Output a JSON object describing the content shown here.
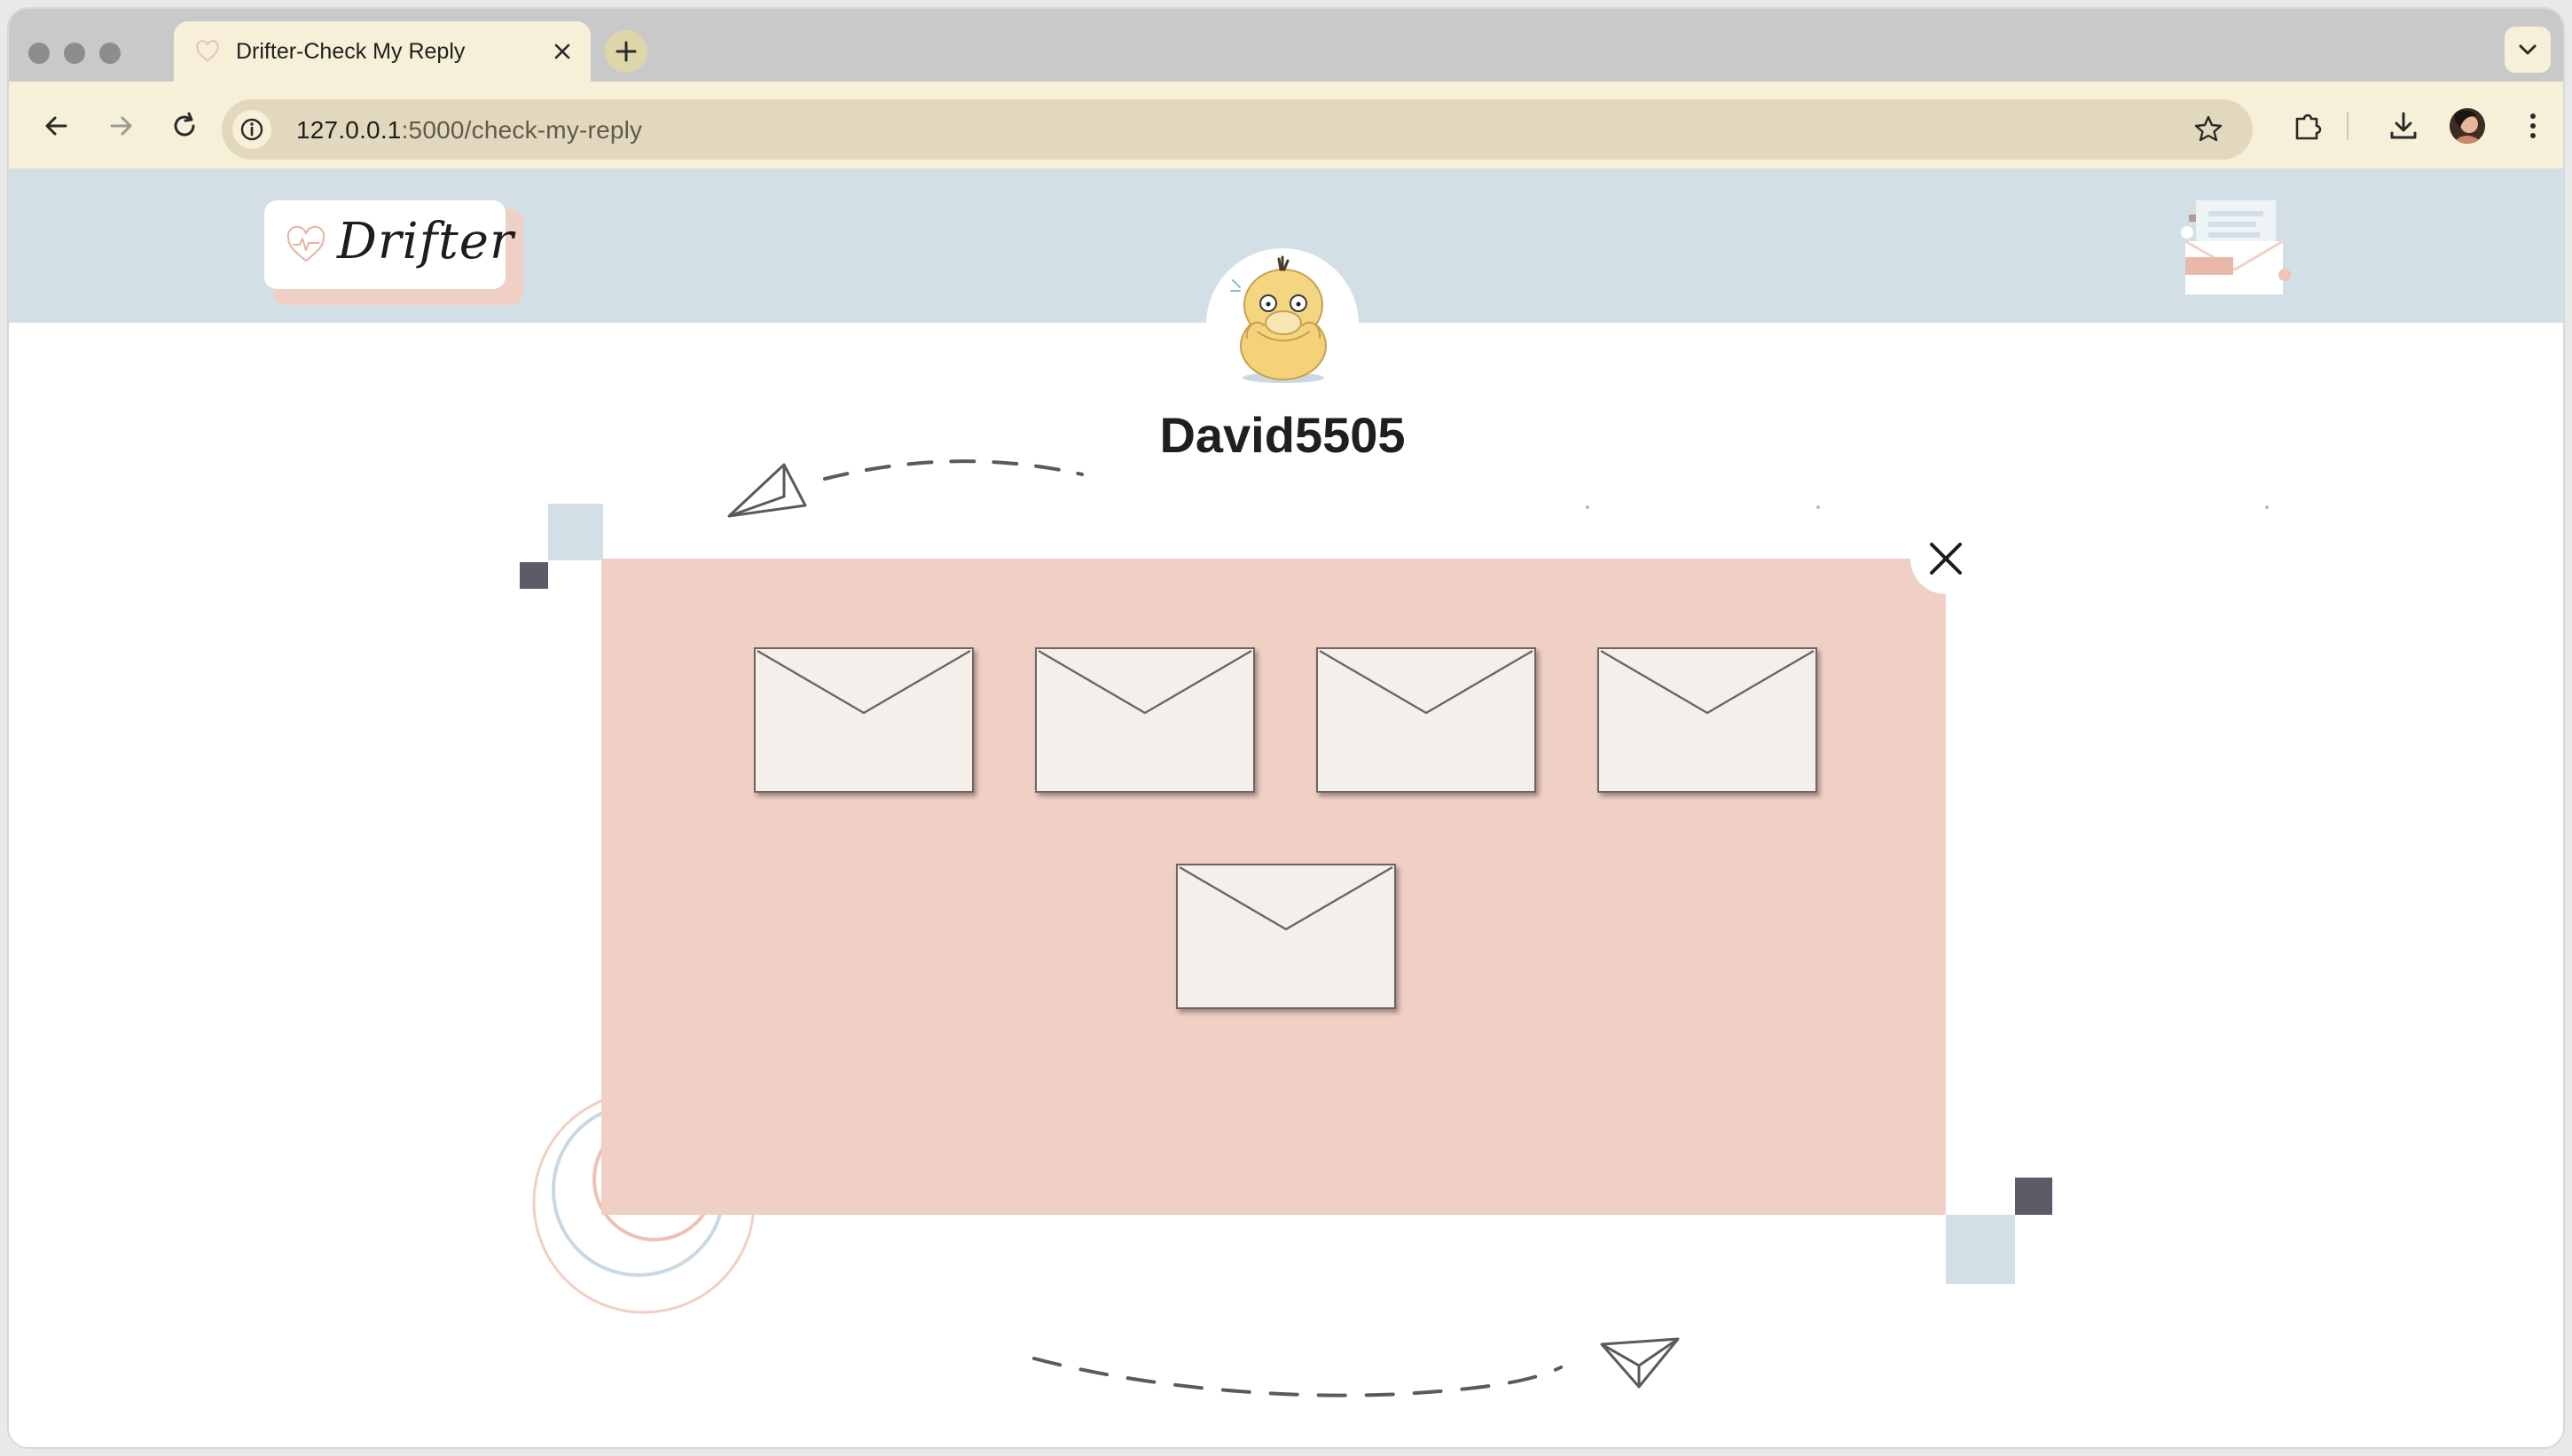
{
  "browser": {
    "tab_title": "Drifter-Check My Reply",
    "url_host": "127.0.0.1",
    "url_rest": ":5000/check-my-reply"
  },
  "page": {
    "logo_text": "Drifter",
    "username": "David5505",
    "envelopes": [
      {
        "id": 1
      },
      {
        "id": 2
      },
      {
        "id": 3
      },
      {
        "id": 4
      },
      {
        "id": 5
      }
    ]
  },
  "icons": {
    "favicon": "heart-icon",
    "close_tab": "close-icon",
    "new_tab": "plus-icon",
    "tab_search": "chevron-down-icon",
    "back": "arrow-left-icon",
    "forward": "arrow-right-icon",
    "reload": "reload-icon",
    "site_info": "info-icon",
    "bookmark": "star-icon",
    "extensions": "puzzle-icon",
    "downloads": "download-icon",
    "menu": "kebab-menu-icon",
    "panel_close": "close-icon",
    "envelope": "envelope-icon",
    "paper_plane": "paper-plane-icon"
  },
  "colors": {
    "hero_band": "#d3dfe6",
    "panel": "#f0cfc4",
    "envelope_face": "#f4efeb",
    "square_dark": "#5b5c68",
    "square_light": "#d3dfe6",
    "browser_chrome": "#f6f0d9"
  }
}
